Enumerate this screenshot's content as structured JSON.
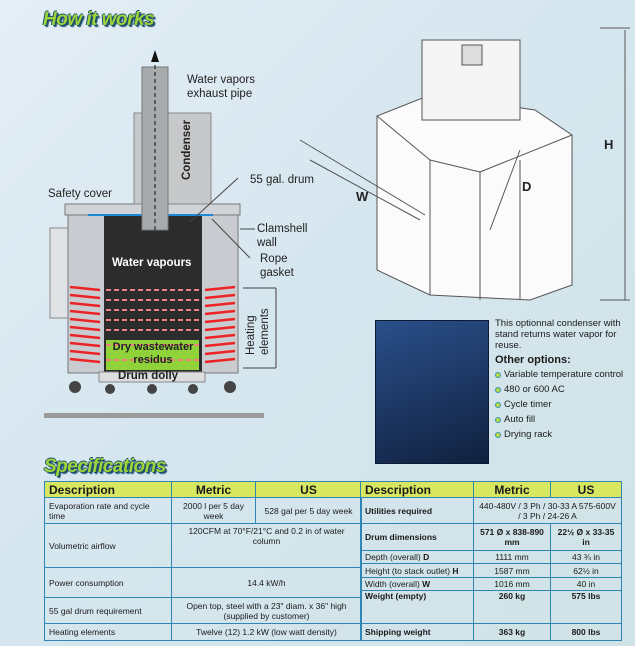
{
  "how_it_works": {
    "title": "How it works",
    "labels": {
      "exhaust": [
        "Water vapors",
        "exhaust pipe"
      ],
      "condenser": "Condenser",
      "drum": "55 gal. drum",
      "safety_cover": "Safety cover",
      "clamshell": [
        "Clamshell",
        "wall"
      ],
      "rope": [
        "Rope",
        "gasket"
      ],
      "vapours": "Water vapours",
      "heating": [
        "Heating",
        "elements"
      ],
      "residus": [
        "Dry wastewater",
        "residus"
      ],
      "dolly": "Drum dolly"
    }
  },
  "dimensions": {
    "w": "W",
    "d": "D",
    "h": "H"
  },
  "options": {
    "caption": "This optionnal condenser with stand returns water vapor for reuse.",
    "title": "Other options:",
    "items": [
      "Variable temperature control",
      "480 or 600 AC",
      "Cycle timer",
      "Auto fill",
      "Drying rack"
    ]
  },
  "specs": {
    "title": "Specifications",
    "headers": {
      "description": "Description",
      "metric": "Metric",
      "us": "US"
    },
    "left": [
      {
        "desc": "Evaporation rate and cycle time",
        "metric": "2000 l per 5 day week",
        "us": "528 gal per 5 day week"
      },
      {
        "desc": "Volumetric airflow",
        "both": "120CFM at 70°F/21°C and 0.2 in of water column"
      },
      {
        "desc": "Power consumption",
        "both": "14.4 kW/h"
      },
      {
        "desc": "55 gal drum requirement",
        "both": "Open top, steel with a 23\" diam. x 36\" high (supplied by customer)"
      },
      {
        "desc": "Heating elements",
        "both": "Twelve (12) 1.2 kW (low watt density)"
      }
    ],
    "right": [
      {
        "desc": "Utilities required",
        "both": "440-480V / 3 Ph / 30-33 A 575-600V / 3 Ph / 24-26 A"
      },
      {
        "desc": "Drum dimensions",
        "metric": "571 Ø x 838-890 mm",
        "us": "22½ Ø x 33-35 in"
      },
      {
        "desc": "Depth (overall)",
        "key": "D",
        "metric": "1111 mm",
        "us": "43 ¾ in"
      },
      {
        "desc": "Height (to stack outlet)",
        "key": "H",
        "metric": "1587 mm",
        "us": "62½ in"
      },
      {
        "desc": "Width (overall)",
        "key": "W",
        "metric": "1016 mm",
        "us": "40 in"
      },
      {
        "desc": "Weight (empty)",
        "metric": "260 kg",
        "us": "575 lbs"
      },
      {
        "desc": "Shipping weight",
        "metric": "363 kg",
        "us": "800 lbs"
      }
    ]
  }
}
